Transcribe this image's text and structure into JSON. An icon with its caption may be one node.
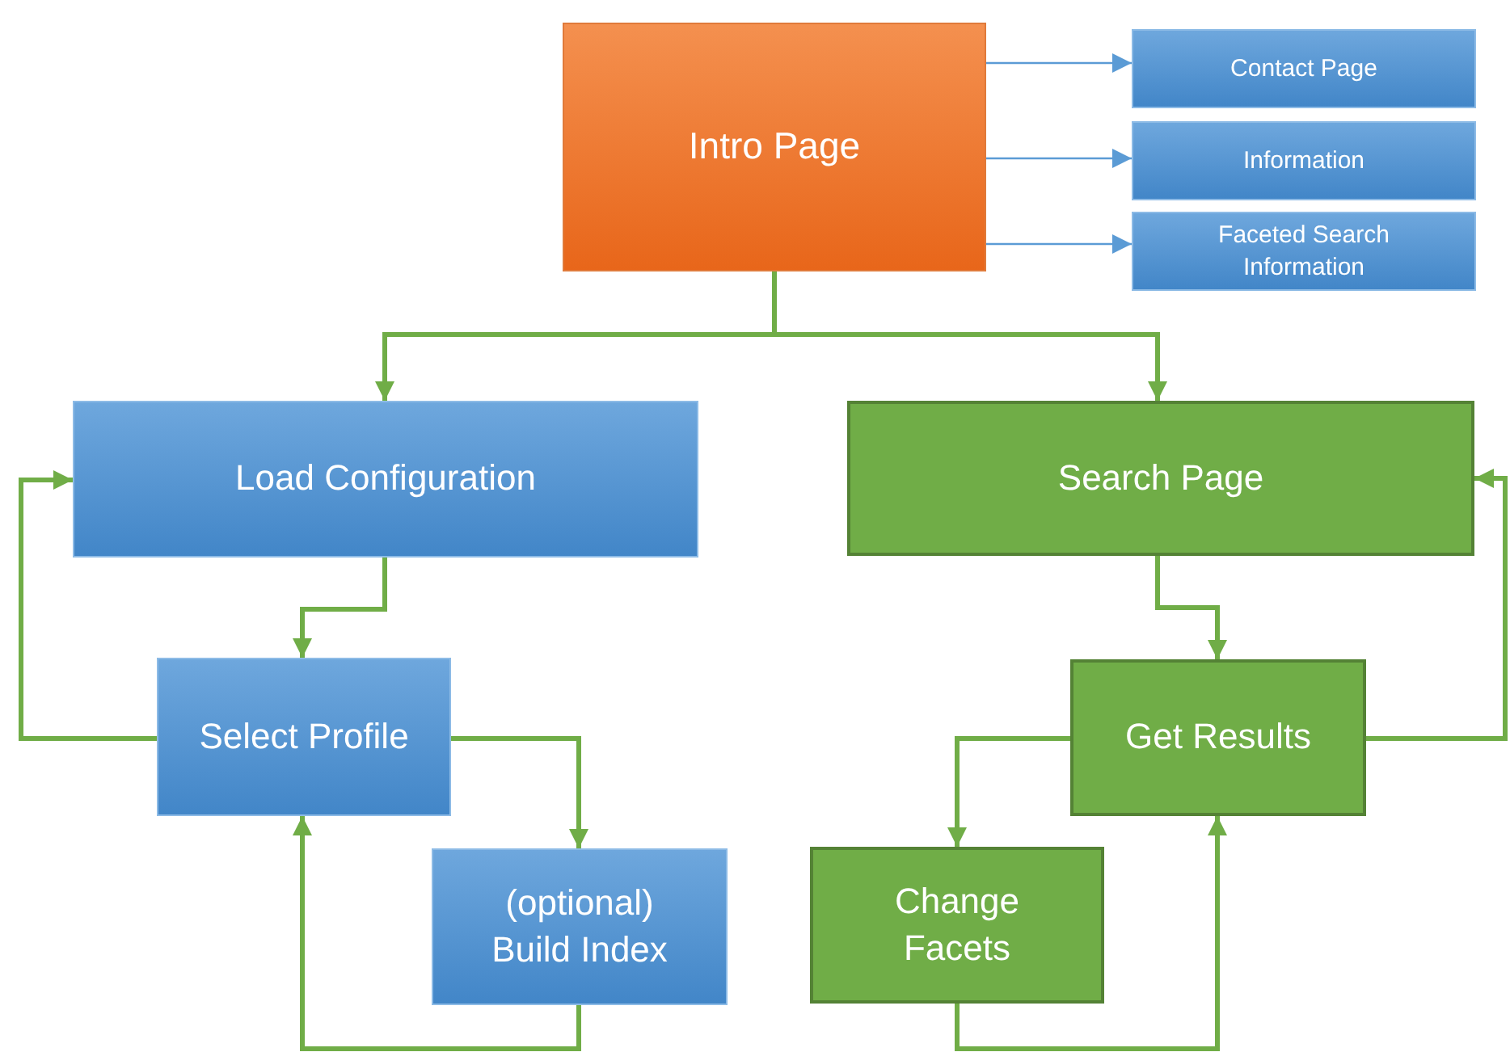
{
  "diagram": {
    "nodes": [
      {
        "text": [
          "Intro Page"
        ]
      },
      {
        "text": [
          "Contact Page"
        ]
      },
      {
        "text": [
          "Information"
        ]
      },
      {
        "text": [
          "Faceted Search Information"
        ]
      },
      {
        "text": [
          "Load Configuration"
        ]
      },
      {
        "text": [
          "Search Page"
        ]
      },
      {
        "text": [
          "Select Profile"
        ]
      },
      {
        "text": [
          "(optional) Build Index"
        ]
      },
      {
        "text": [
          "Change Facets"
        ]
      },
      {
        "text": [
          "Get Results"
        ]
      }
    ],
    "edges": [
      {
        "from": 0,
        "to": 1,
        "arrow": "to",
        "color": "#5b9bd5"
      },
      {
        "from": 0,
        "to": 2,
        "arrow": "to",
        "color": "#5b9bd5"
      },
      {
        "from": 0,
        "to": 3,
        "arrow": "to",
        "color": "#5b9bd5"
      },
      {
        "from": 0,
        "to": 4,
        "arrow": "to"
      },
      {
        "from": 0,
        "to": 5,
        "arrow": "to"
      },
      {
        "from": 4,
        "to": 6,
        "arrow": "to"
      },
      {
        "from": 6,
        "to": 4,
        "arrow": "to"
      },
      {
        "from": 6,
        "to": 7,
        "arrow": "to"
      },
      {
        "from": 7,
        "to": 6,
        "arrow": "to"
      },
      {
        "from": 5,
        "to": 9,
        "arrow": "to"
      },
      {
        "from": 9,
        "to": 8,
        "arrow": "to"
      },
      {
        "from": 8,
        "to": 9,
        "arrow": "to"
      },
      {
        "from": 9,
        "to": 5,
        "arrow": "to"
      }
    ]
  }
}
